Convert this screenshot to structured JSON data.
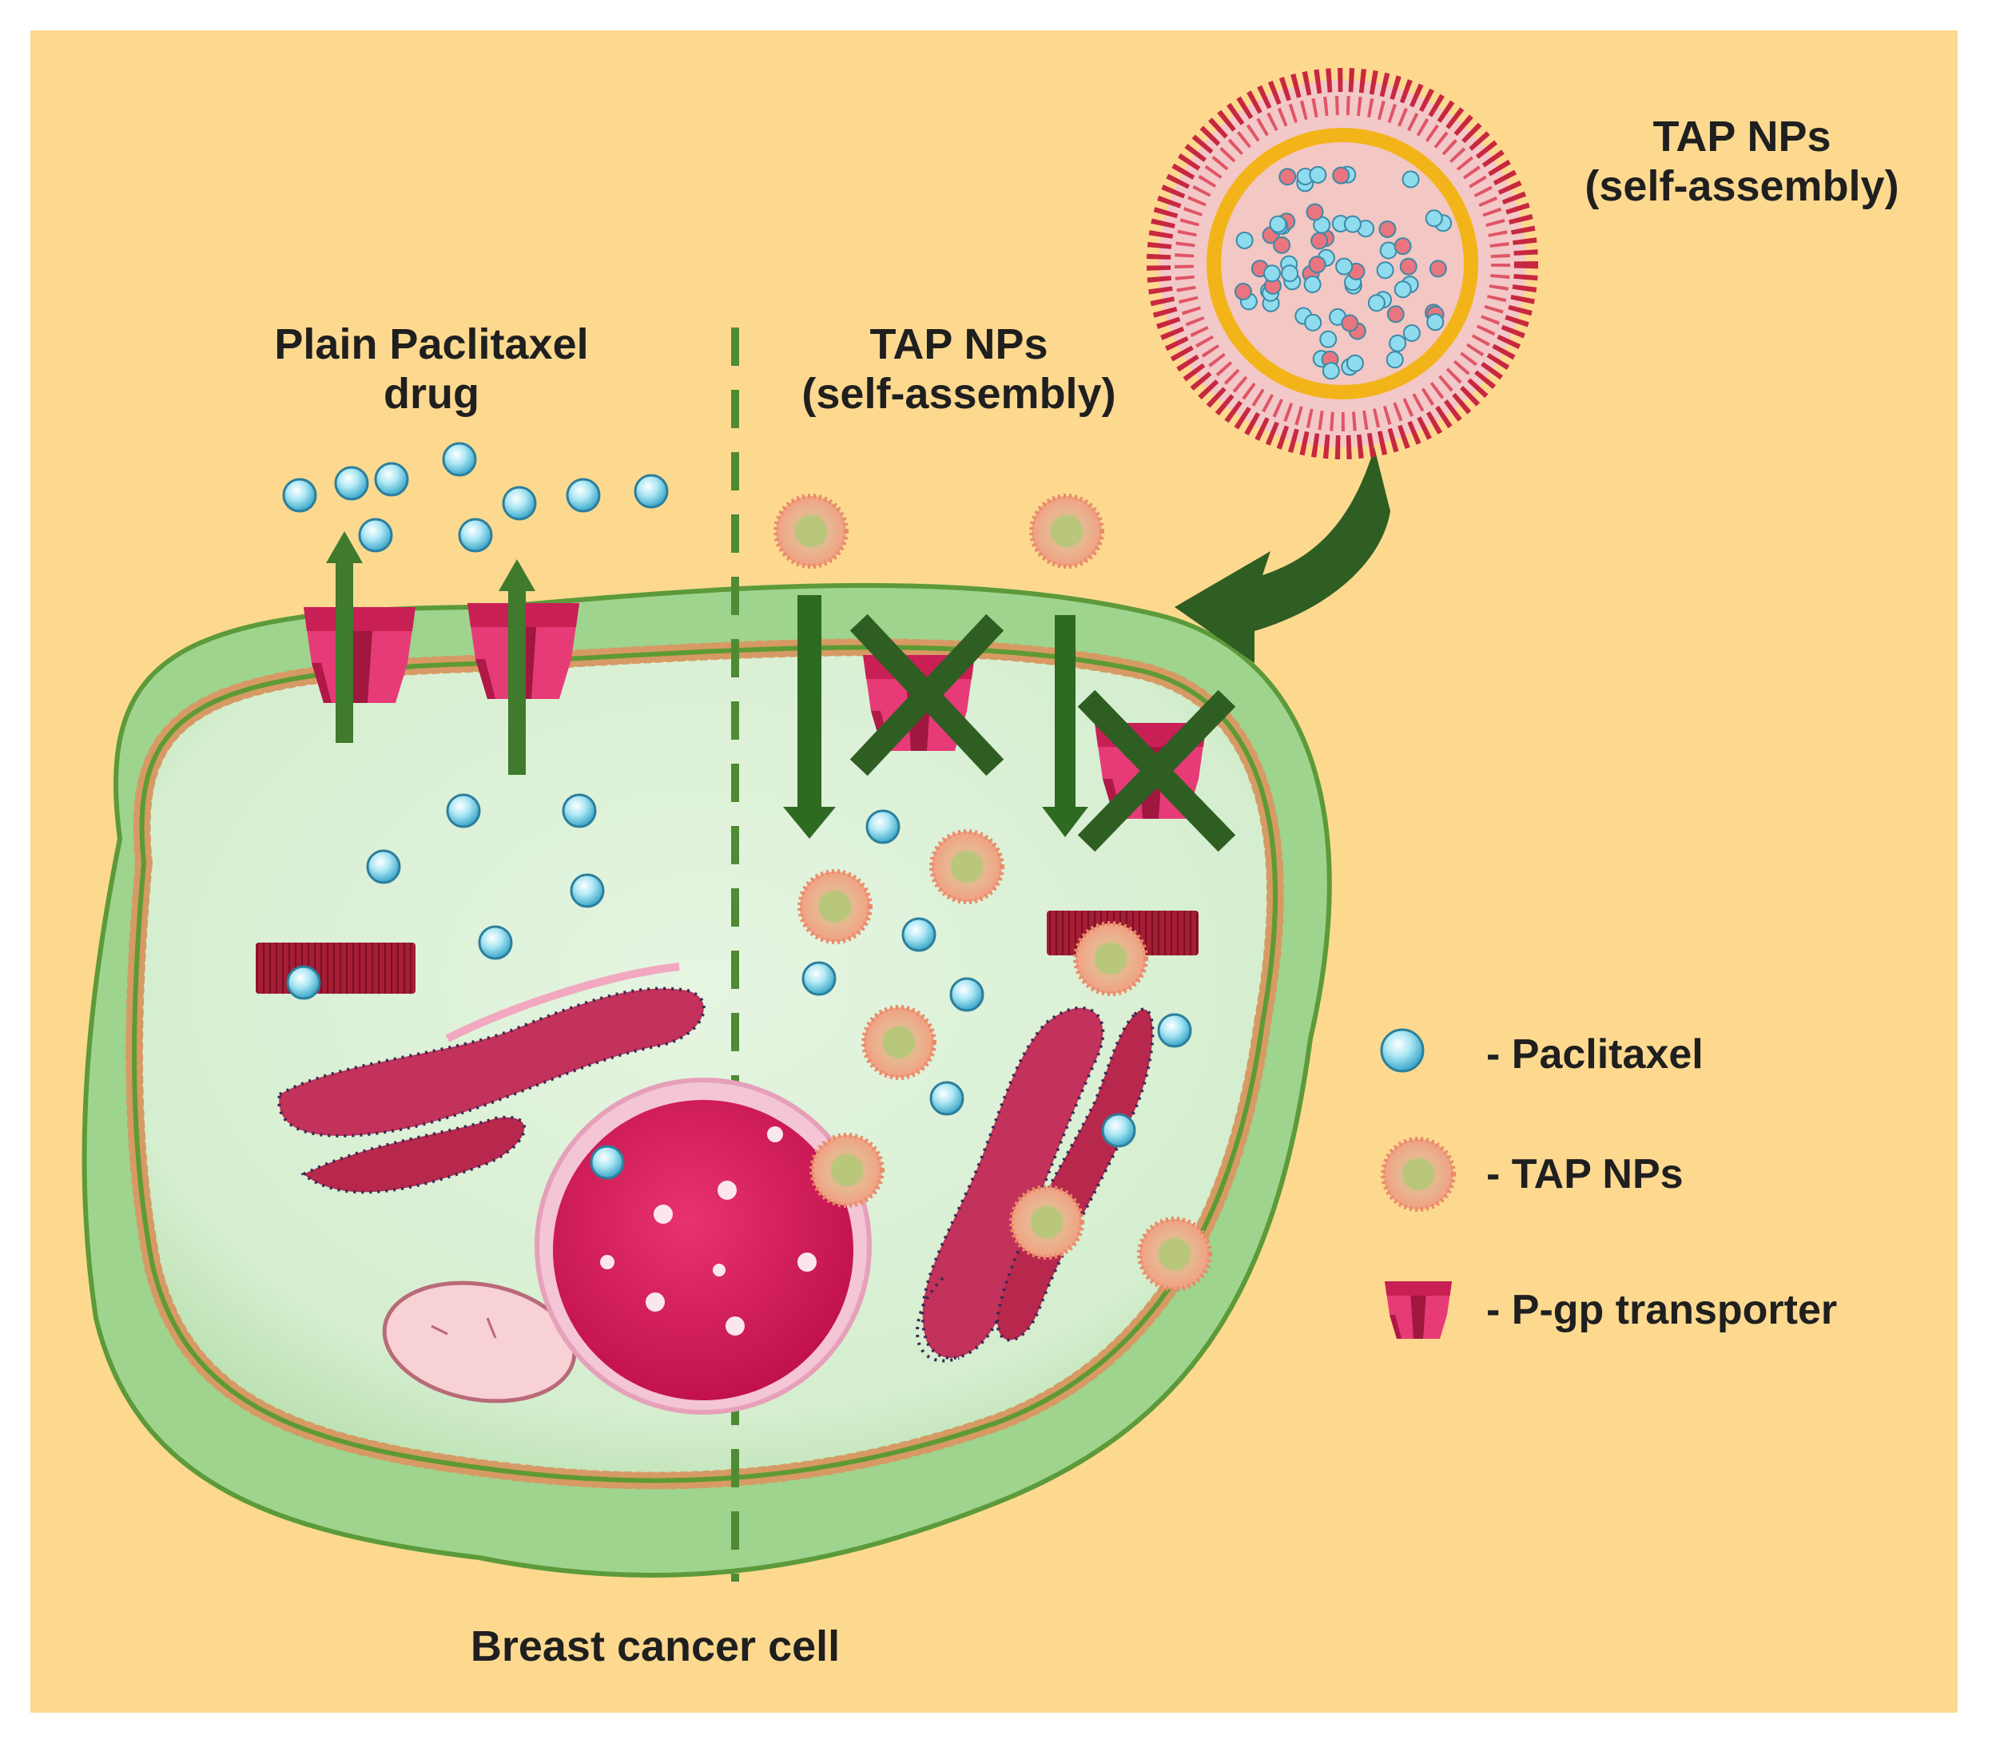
{
  "labels": {
    "plain_line1": "Plain Paclitaxel",
    "plain_line2": "drug",
    "tap_mid_line1": "TAP NPs",
    "tap_mid_line2": "(self-assembly)",
    "tap_top_line1": "TAP NPs",
    "tap_top_line2": "(self-assembly)",
    "cell": "Breast cancer cell"
  },
  "legend": [
    {
      "icon": "paclitaxel-molecule-icon",
      "label": "- Paclitaxel"
    },
    {
      "icon": "tap-nanoparticle-icon",
      "label": "- TAP NPs"
    },
    {
      "icon": "pgp-transporter-icon",
      "label": "-  P-gp transporter"
    }
  ],
  "colors": {
    "background": "#fcd98f",
    "cytoplasm": "#d8efd4",
    "membrane": "#6fa83b",
    "arrow": "#2f5e23",
    "paclitaxel": "#8fdcef",
    "transporter": "#d8245c",
    "nucleus": "#d81f5e",
    "organelle": "#b32a4b"
  }
}
